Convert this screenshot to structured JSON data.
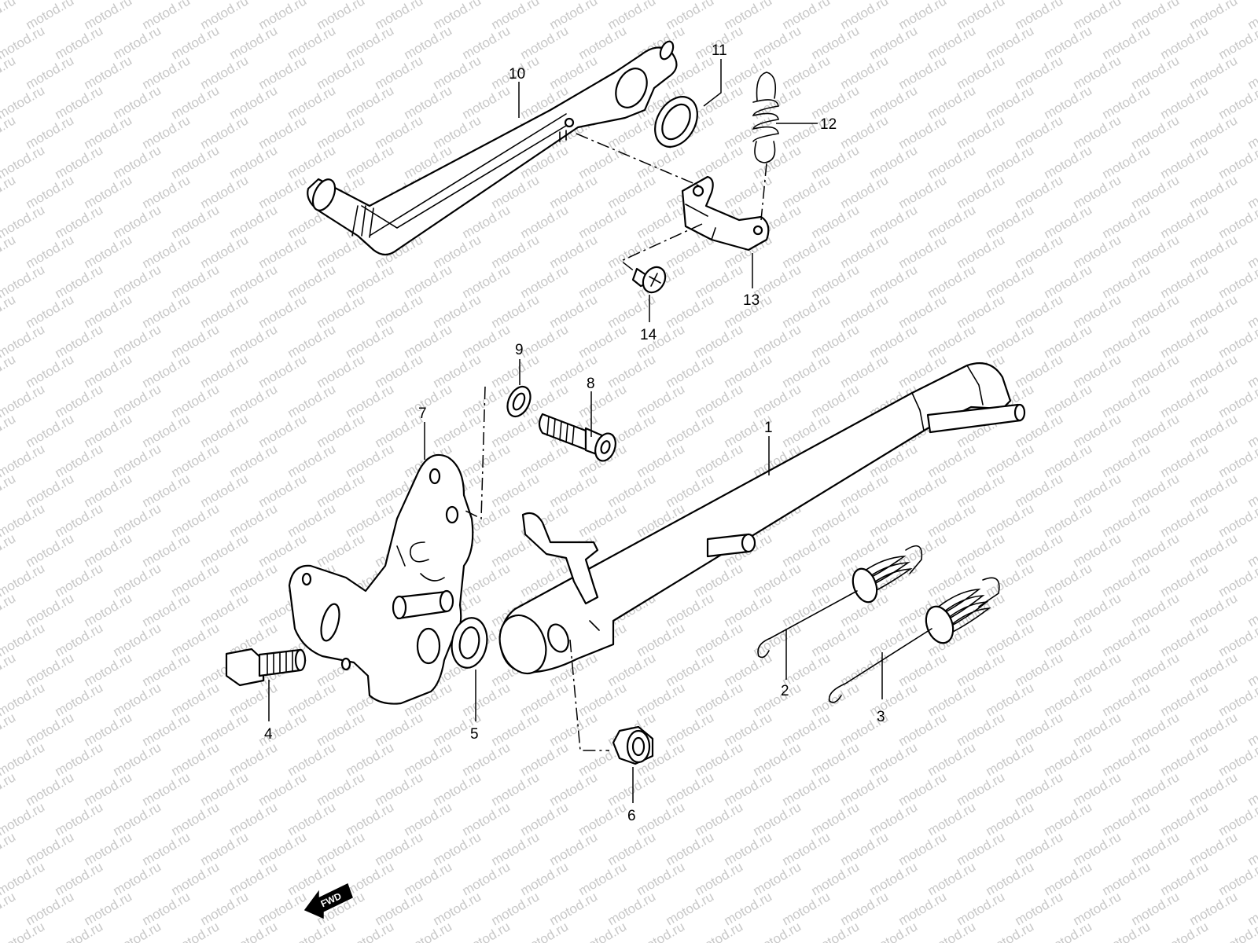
{
  "watermark": {
    "text": "motod.ru",
    "color": "#c8c8c8"
  },
  "direction_badge": {
    "text": "FWD"
  },
  "callouts": [
    {
      "id": "1",
      "label": "1"
    },
    {
      "id": "2",
      "label": "2"
    },
    {
      "id": "3",
      "label": "3"
    },
    {
      "id": "4",
      "label": "4"
    },
    {
      "id": "5",
      "label": "5"
    },
    {
      "id": "6",
      "label": "6"
    },
    {
      "id": "7",
      "label": "7"
    },
    {
      "id": "8",
      "label": "8"
    },
    {
      "id": "9",
      "label": "9"
    },
    {
      "id": "10",
      "label": "10"
    },
    {
      "id": "11",
      "label": "11"
    },
    {
      "id": "12",
      "label": "12"
    },
    {
      "id": "13",
      "label": "13"
    },
    {
      "id": "14",
      "label": "14"
    }
  ],
  "colors": {
    "line": "#000000",
    "background": "#ffffff"
  }
}
